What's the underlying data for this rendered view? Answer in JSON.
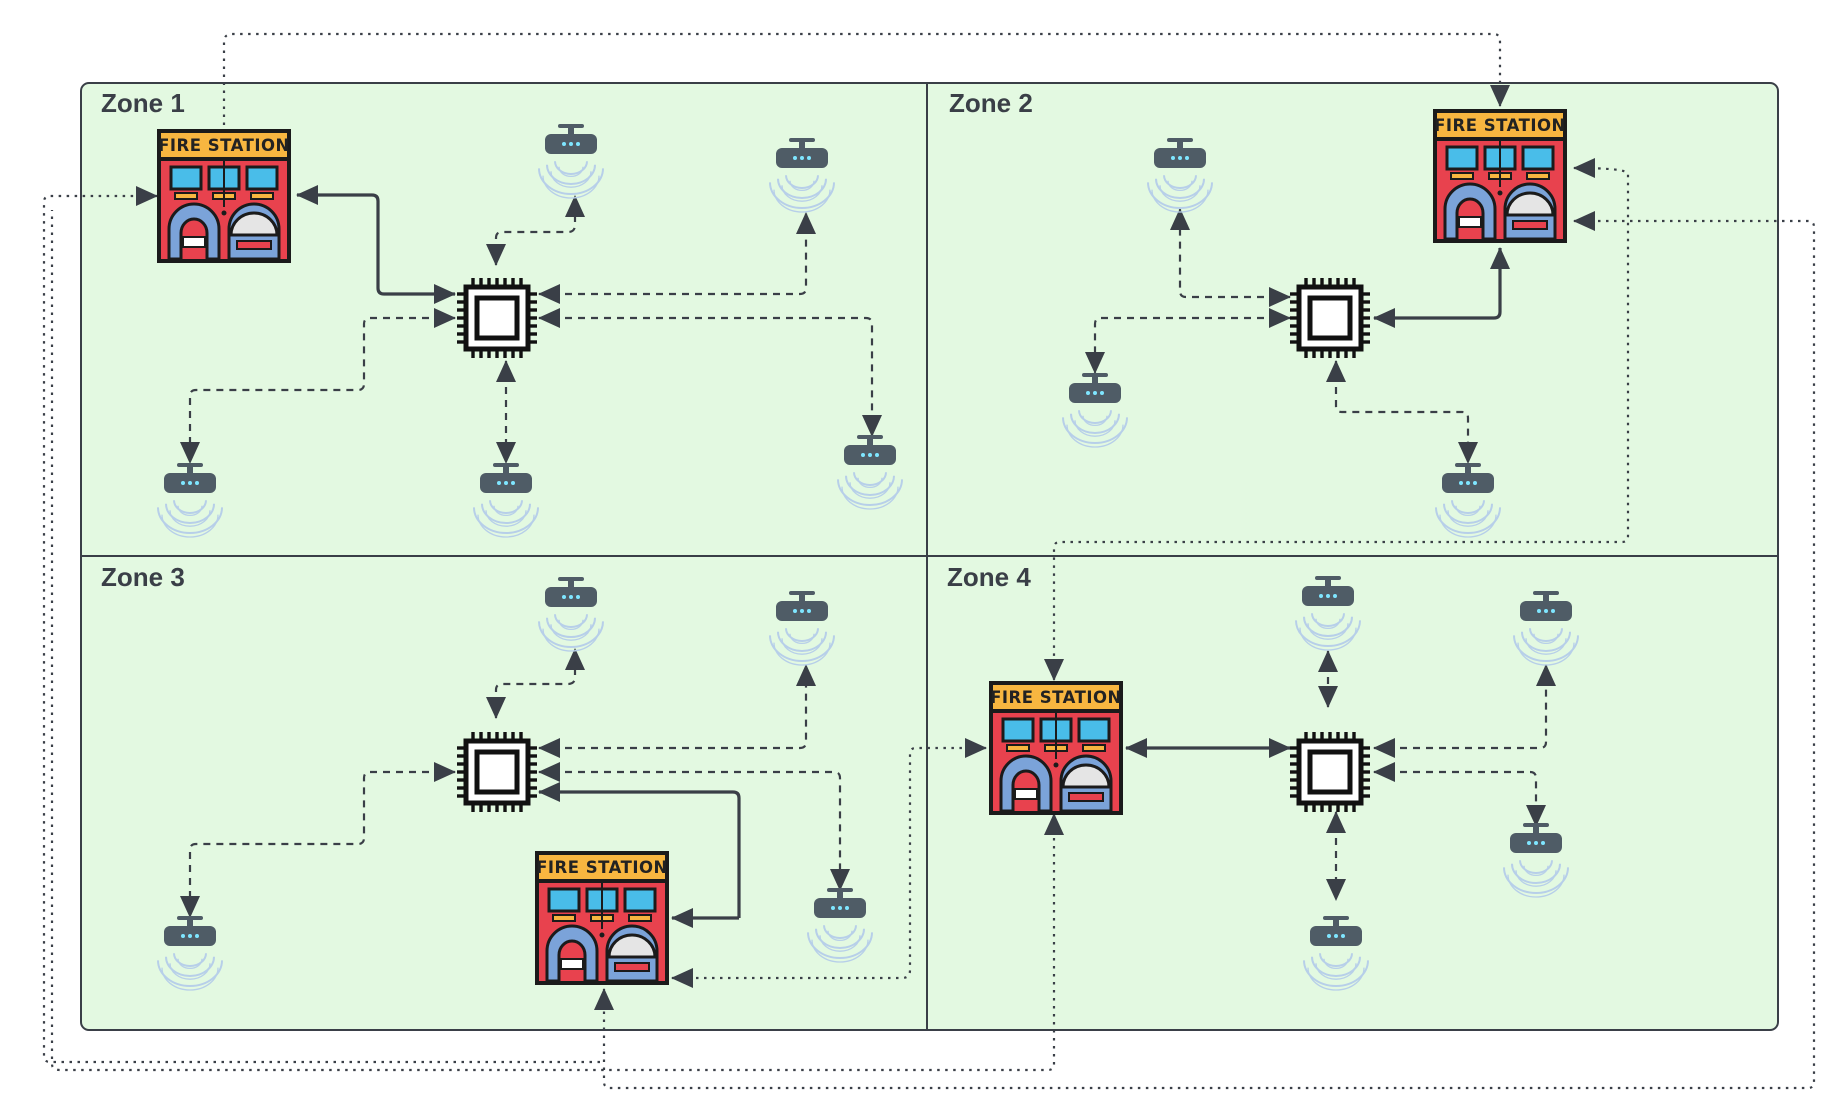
{
  "diagram": {
    "zones": [
      {
        "id": "zone-1",
        "label": "Zone 1"
      },
      {
        "id": "zone-2",
        "label": "Zone 2"
      },
      {
        "id": "zone-3",
        "label": "Zone 3"
      },
      {
        "id": "zone-4",
        "label": "Zone 4"
      }
    ],
    "fire_station_label": "FIRE STATION",
    "node_types": {
      "fire_station": "fire-station-icon",
      "controller": "microchip-icon",
      "sensor": "wireless-sensor-icon"
    },
    "colors": {
      "zone_fill": "#e3f9e1",
      "zone_border": "#3a3f47",
      "link": "#3a3f47",
      "station_wall": "#e8424e",
      "station_sign": "#f8b640",
      "station_window": "#49bde9",
      "station_door": "#7ba3d9",
      "sensor_body": "#4f5c66",
      "sensor_wave": "#b7cfe9"
    }
  }
}
